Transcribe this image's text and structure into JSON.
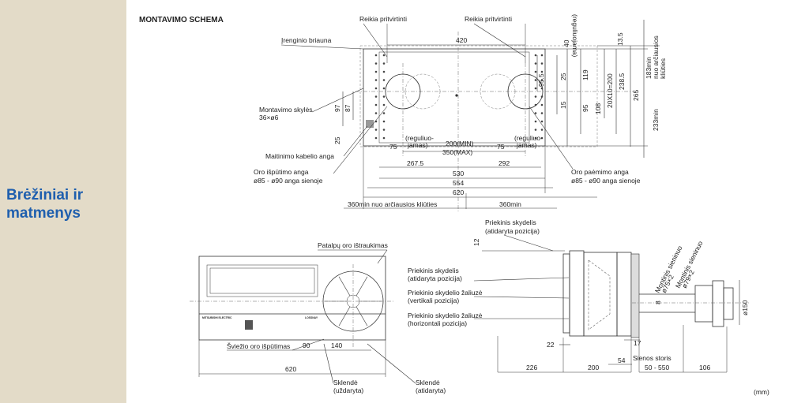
{
  "sidebar": {
    "title": "Brėžiniai ir matmenys",
    "bg_color": "#e3dbc8",
    "title_color": "#1f5fae"
  },
  "unit_note": "(mm)",
  "top_view": {
    "title": "MONTAVIMO SCHEMA",
    "labels": {
      "fix_left": "Reikia pritvirtinti",
      "fix_right": "Reikia pritvirtinti",
      "edge": "Įrenginio briauna",
      "mount_holes_1": "Montavimo skylės",
      "mount_holes_2": "36×ø6",
      "power_cable": "Maitinimo kabelio anga",
      "exhaust_1": "Oro išpūtimo anga",
      "exhaust_2": "ø85 - ø90 anga sienoje",
      "intake_1": "Oro paėmimo anga",
      "intake_2": "ø85 - ø90 anga sienoje",
      "reg_left_1": "(reguliuo-",
      "reg_left_2": "jamas)",
      "reg_right_1": "(reguliuo-",
      "reg_right_2": "jamas)",
      "reg_top": "(reguliuojama)",
      "clear_top_1": "183min",
      "clear_top_2": "nuo arčiausios",
      "clear_top_3": "kliūties",
      "clear_bottom": "233min",
      "clear_left": "360min nuo arčiausios kliūties",
      "clear_right": "360min"
    },
    "dims": {
      "d420": "420",
      "d40": "40",
      "d13_5": "13.5",
      "d95_5": "95.5",
      "d25a": "25",
      "d119": "119",
      "d238_5": "238.5",
      "d265": "265",
      "d20x10": "20X10=200",
      "d15": "15",
      "d95": "95",
      "d108": "108",
      "d97": "97",
      "d87": "87",
      "d25b": "25",
      "d75a": "75",
      "d75b": "75",
      "d200min": "200(MIN)",
      "d350max": "350(MAX)",
      "d267_5": "267.5",
      "d292": "292",
      "d530": "530",
      "d554": "554",
      "d620": "620"
    }
  },
  "front_view": {
    "labels": {
      "room_exhaust": "Patalpų oro ištraukimas",
      "fresh_air": "Šviežio oro išpūtimas",
      "damper_closed_1": "Sklendė",
      "damper_closed_2": "(uždaryta)",
      "damper_open_1": "Sklendė",
      "damper_open_2": "(atidaryta)",
      "brand": "MITSUBISHI ELECTRIC",
      "model": "LOSSNAY"
    },
    "dims": {
      "d90": "90",
      "d140": "140",
      "d620": "620"
    }
  },
  "side_view": {
    "labels": {
      "panel_top_1": "Priekinis skydelis",
      "panel_top_2": "(atidaryta pozicija)",
      "panel_open_1": "Priekinis skydelis",
      "panel_open_2": "(atidaryta pozicija)",
      "louver_v_1": "Priekinio skydelio žaliuzė",
      "louver_v_2": "(vertikali pozicija)",
      "louver_h_1": "Priekinio skydelio žaliuzė",
      "louver_h_2": "(horizontali pozicija)",
      "pipe_1a": "Montinis sieninuo",
      "pipe_1b": "ø75×2",
      "pipe_2a": "Montinis sieninuo",
      "pipe_2b": "ø79×2",
      "wall": "Sienos storis"
    },
    "dims": {
      "d12": "12",
      "d22": "22",
      "d17": "17",
      "d54": "54",
      "d226": "226",
      "d200": "200",
      "d50_550": "50 - 550",
      "d106": "106",
      "d150": "ø150",
      "d8": "8"
    }
  }
}
